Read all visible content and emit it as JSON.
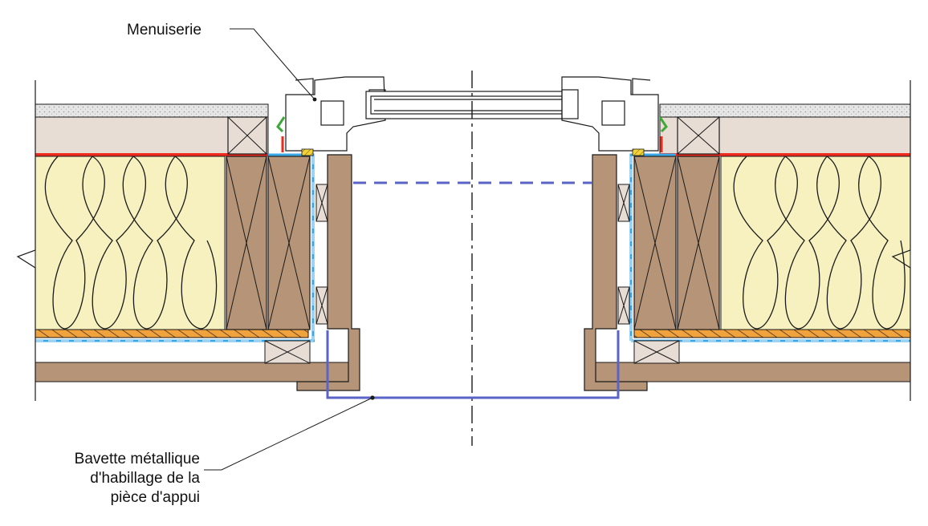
{
  "labels": {
    "menuiserie": "Menuiserie",
    "bavette_line1": "Bavette métallique",
    "bavette_line2": "d'habillage de la",
    "bavette_line3": "pièce d'appui"
  },
  "colors": {
    "insulation": "#f6f1bf",
    "timber": "#b59478",
    "finish_dots": "#e2e2e2",
    "render": "#e8ddd5",
    "membrane_red": "#ee2a1e",
    "membrane_blue": "#3aa7e6",
    "metal_flashing": "#5a63c6",
    "batten_orange": "#f0a23c",
    "seal_green": "#3aaa35",
    "outline": "#1a1a1a"
  }
}
